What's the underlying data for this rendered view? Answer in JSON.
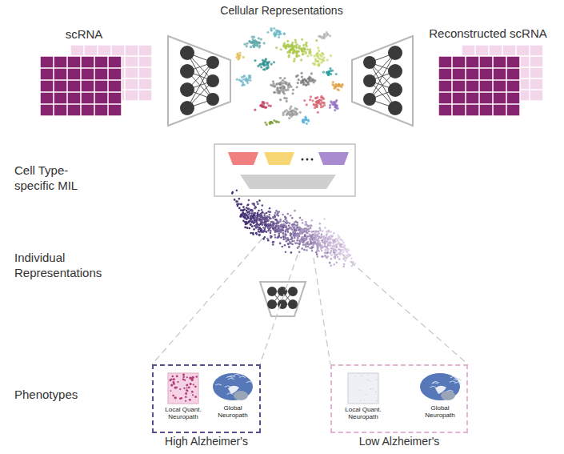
{
  "diagram": {
    "nodes": [
      {
        "text": [
          "High Alzheimer's"
        ]
      },
      {
        "text": [
          "Local Quant. Neuropath"
        ],
        "in": 0
      },
      {
        "text": [
          "Global Neuropath"
        ],
        "in": 0
      },
      {
        "text": [
          "Low Alzheimer's"
        ]
      },
      {
        "text": [
          "Local Quant. Neuropath"
        ],
        "in": 3
      },
      {
        "text": [
          "Global Neuropath"
        ],
        "in": 3
      }
    ],
    "labels": [
      "scRNA",
      "Cellular Representations",
      "Reconstructed scRNA",
      "Cell Type-specific MIL",
      "Individual Representations",
      "Phenotypes"
    ]
  }
}
